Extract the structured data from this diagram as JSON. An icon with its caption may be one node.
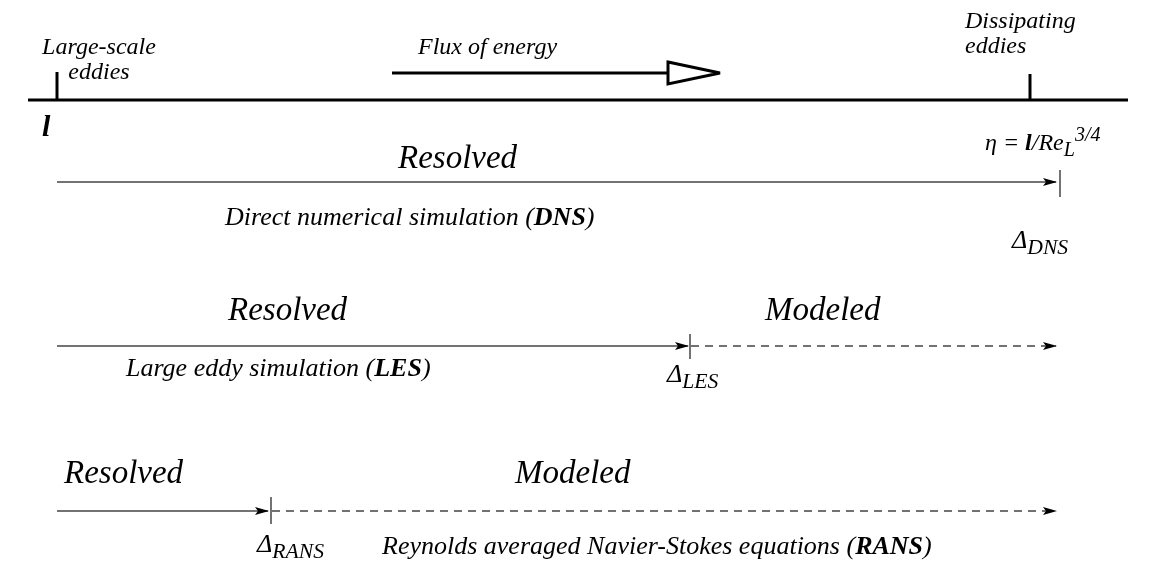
{
  "diagram": {
    "labels": [
      "Large-scale eddies",
      "Flux of energy",
      "Dissipating eddies",
      "l",
      "η = **l**/Re$_{L}$$^{3/4}$",
      "Resolved",
      "Direct numerical simulation (**DNS**)",
      "Δ$_{DNS}$",
      "Resolved",
      "Modeled",
      "Large eddy simulation (**LES**)",
      "Δ$_{LES}$",
      "Resolved",
      "Modeled",
      "Δ$_{RANS}$",
      "Reynolds averaged Navier-Stokes equations (**RANS**)"
    ]
  }
}
